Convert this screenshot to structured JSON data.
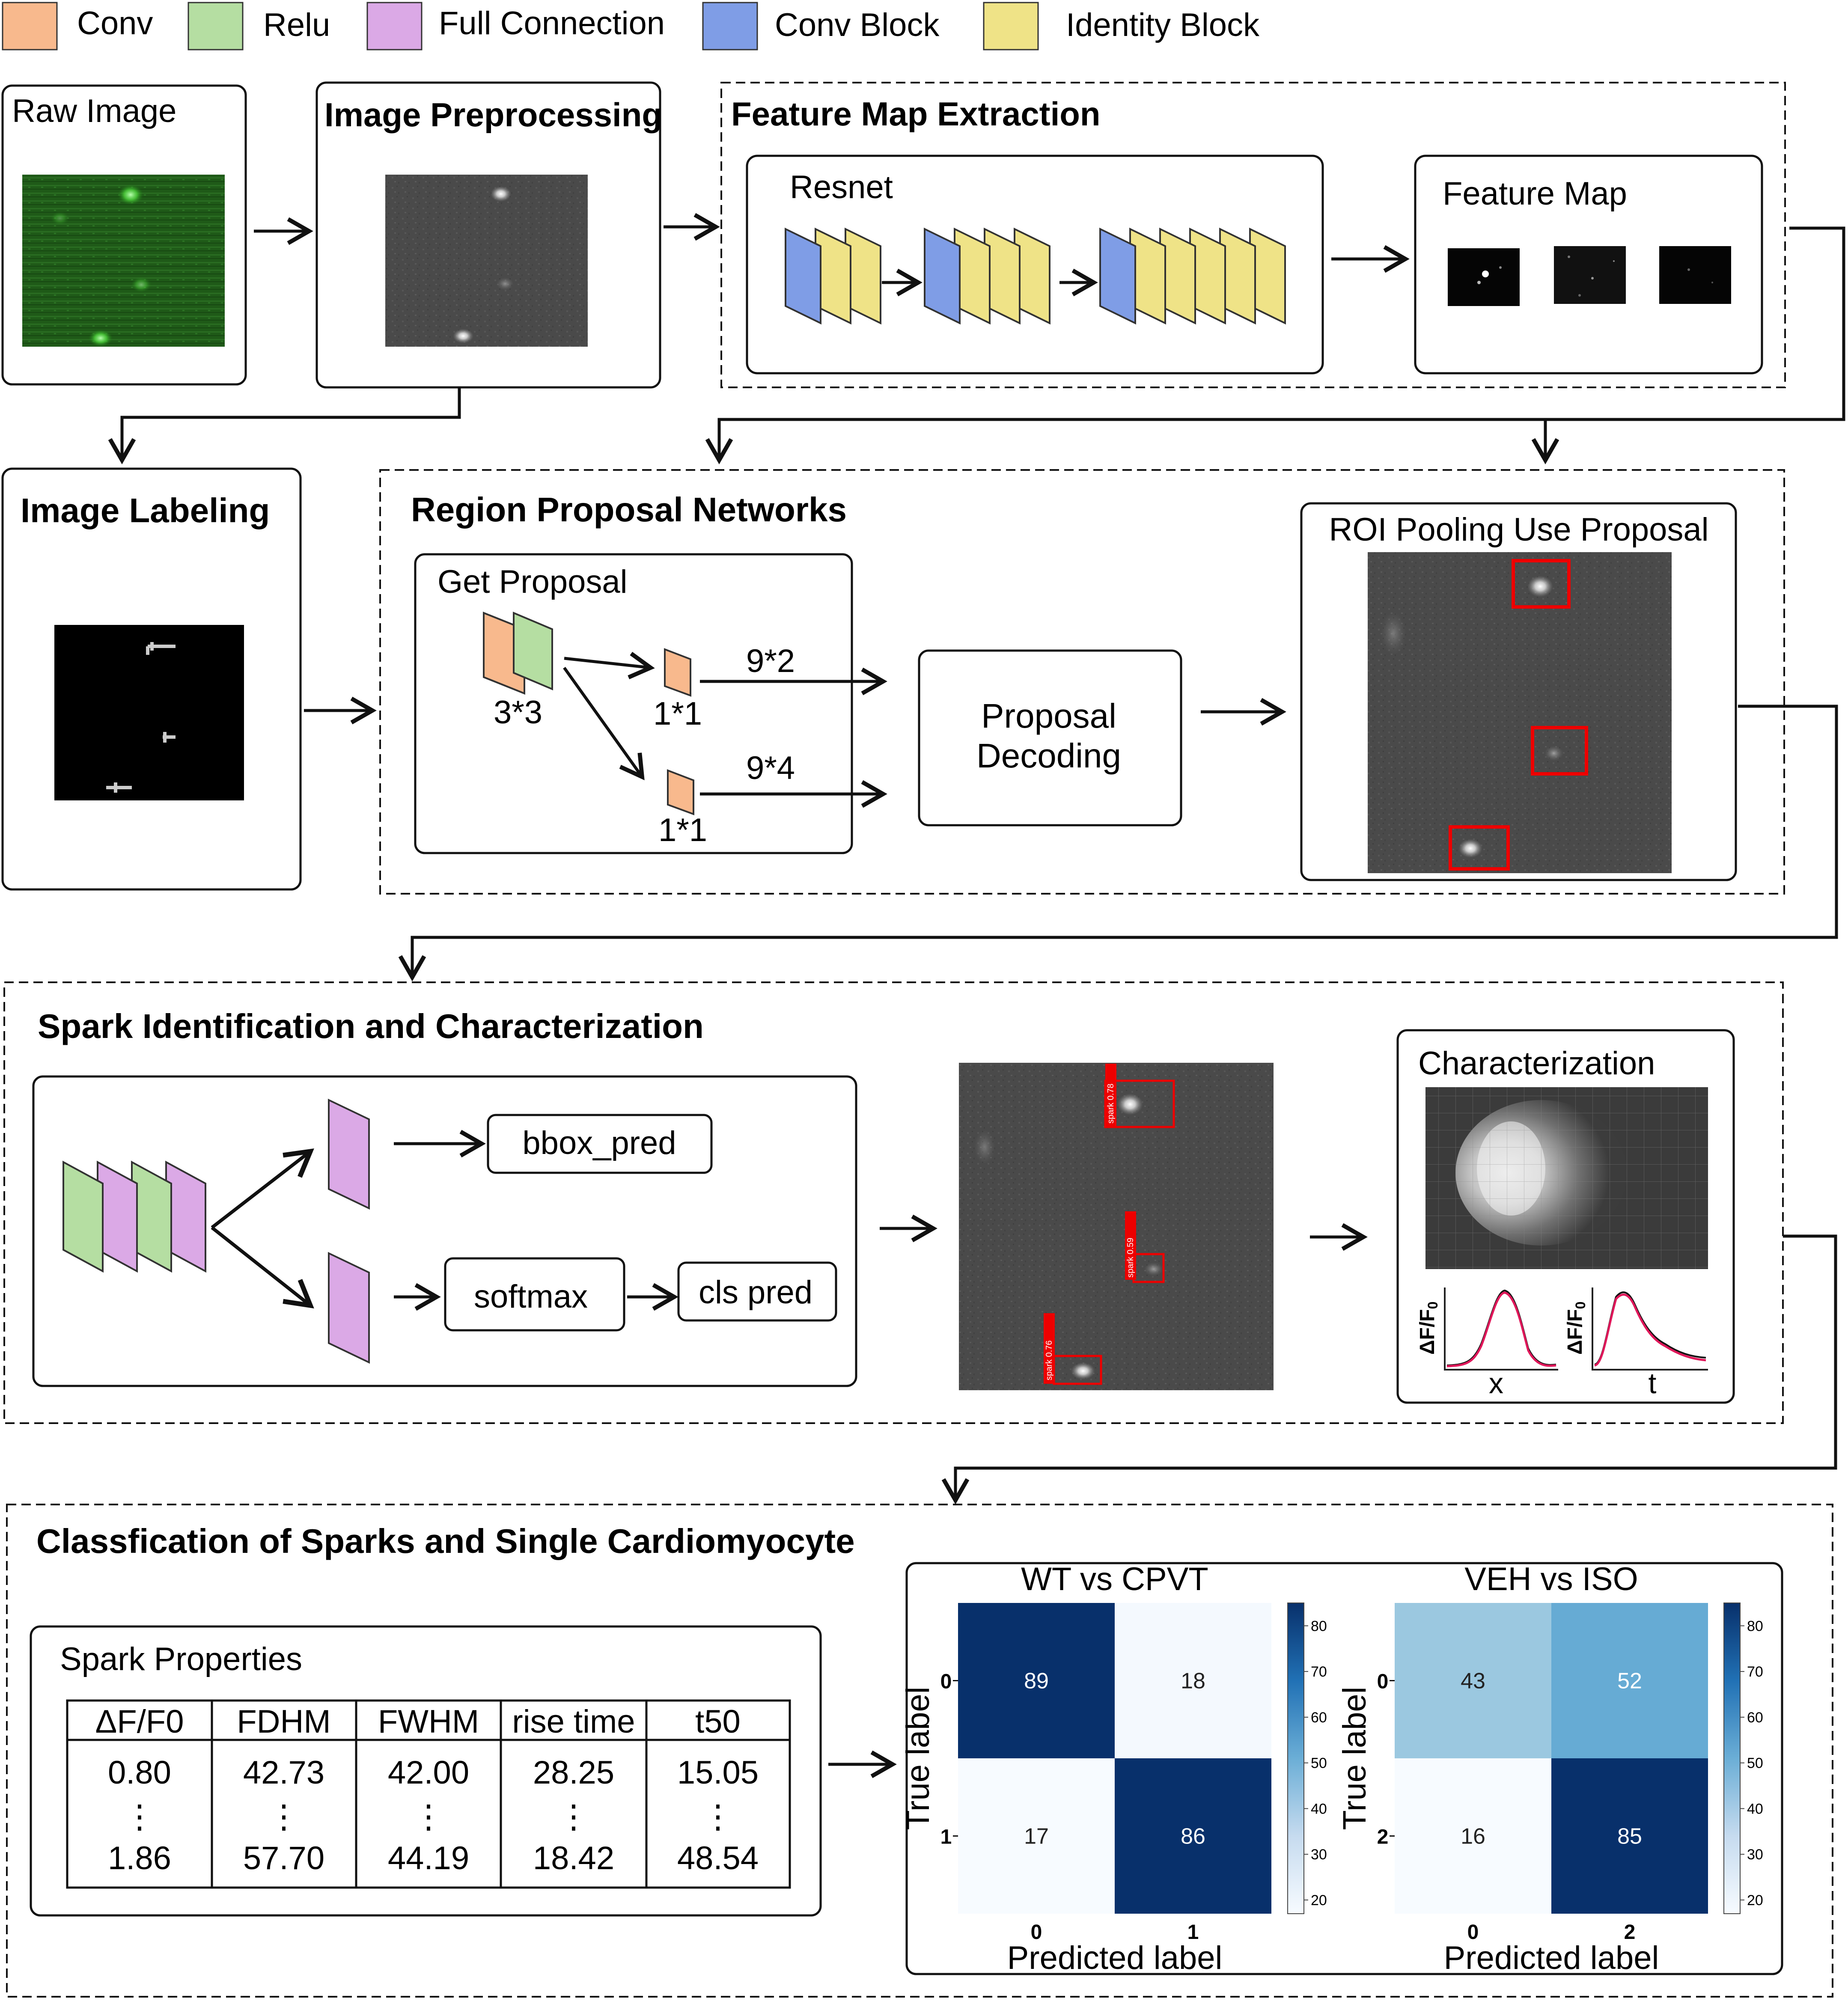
{
  "legend": {
    "items": [
      {
        "label": "Conv",
        "color": "#f8b98d"
      },
      {
        "label": "Relu",
        "color": "#b5dea2"
      },
      {
        "label": "Full Connection",
        "color": "#dba9e6"
      },
      {
        "label": "Conv Block",
        "color": "#7f9de6"
      },
      {
        "label": "Identity Block",
        "color": "#efe387"
      }
    ]
  },
  "raw_image": {
    "title": "Raw Image"
  },
  "preprocessing": {
    "title": "Image Preprocessing"
  },
  "feature_extraction": {
    "title": "Feature Map Extraction",
    "resnet_label": "Resnet",
    "feature_map_label": "Feature Map"
  },
  "labeling": {
    "title": "Image Labeling"
  },
  "rpn": {
    "title": "Region Proposal Networks",
    "get_proposal_label": "Get Proposal",
    "kernel_3x3": "3*3",
    "kernel_1x1_top": "1*1",
    "kernel_1x1_bottom": "1*1",
    "out_top": "9*2",
    "out_bottom": "9*4",
    "decoding_line1": "Proposal",
    "decoding_line2": "Decoding",
    "roi_label": "ROI Pooling Use Proposal"
  },
  "spark_id": {
    "title": "Spark Identification and Characterization",
    "bbox_label": "bbox_pred",
    "softmax_label": "softmax",
    "cls_label": "cls pred",
    "detections": [
      "spark 0.78",
      "spark 0.59",
      "spark 0.76"
    ],
    "characterization_label": "Characterization",
    "plot1_ylabel": "ΔF/F",
    "plot1_ysub": "0",
    "plot1_xlabel": "x",
    "plot2_ylabel": "ΔF/F",
    "plot2_ysub": "0",
    "plot2_xlabel": "t"
  },
  "classification": {
    "title": "Classfication of Sparks and Single Cardiomyocyte",
    "properties_label": "Spark Properties",
    "table": {
      "headers": [
        "ΔF/F0",
        "FDHM",
        "FWHM",
        "rise time",
        "t50"
      ],
      "row_first": [
        "0.80",
        "42.73",
        "42.00",
        "28.25",
        "15.05"
      ],
      "ellipsis": "⋮",
      "row_last": [
        "1.86",
        "57.70",
        "44.19",
        "18.42",
        "48.54"
      ]
    },
    "matrices": [
      {
        "title": "WT vs CPVT",
        "ylabel": "True label",
        "xlabel": "Predicted label",
        "row_ticks": [
          "0",
          "1"
        ],
        "col_ticks": [
          "0",
          "1"
        ],
        "cells": [
          [
            89,
            18
          ],
          [
            17,
            86
          ]
        ],
        "colorbar_ticks": [
          "80",
          "70",
          "60",
          "50",
          "40",
          "30",
          "20"
        ],
        "colorbar_range": [
          17,
          89
        ]
      },
      {
        "title": "VEH vs ISO",
        "ylabel": "True label",
        "xlabel": "Predicted label",
        "row_ticks": [
          "0",
          "2"
        ],
        "col_ticks": [
          "0",
          "2"
        ],
        "cells": [
          [
            43,
            52
          ],
          [
            16,
            85
          ]
        ],
        "colorbar_ticks": [
          "80",
          "70",
          "60",
          "50",
          "40",
          "30",
          "20"
        ],
        "colorbar_range": [
          16,
          85
        ]
      }
    ]
  }
}
